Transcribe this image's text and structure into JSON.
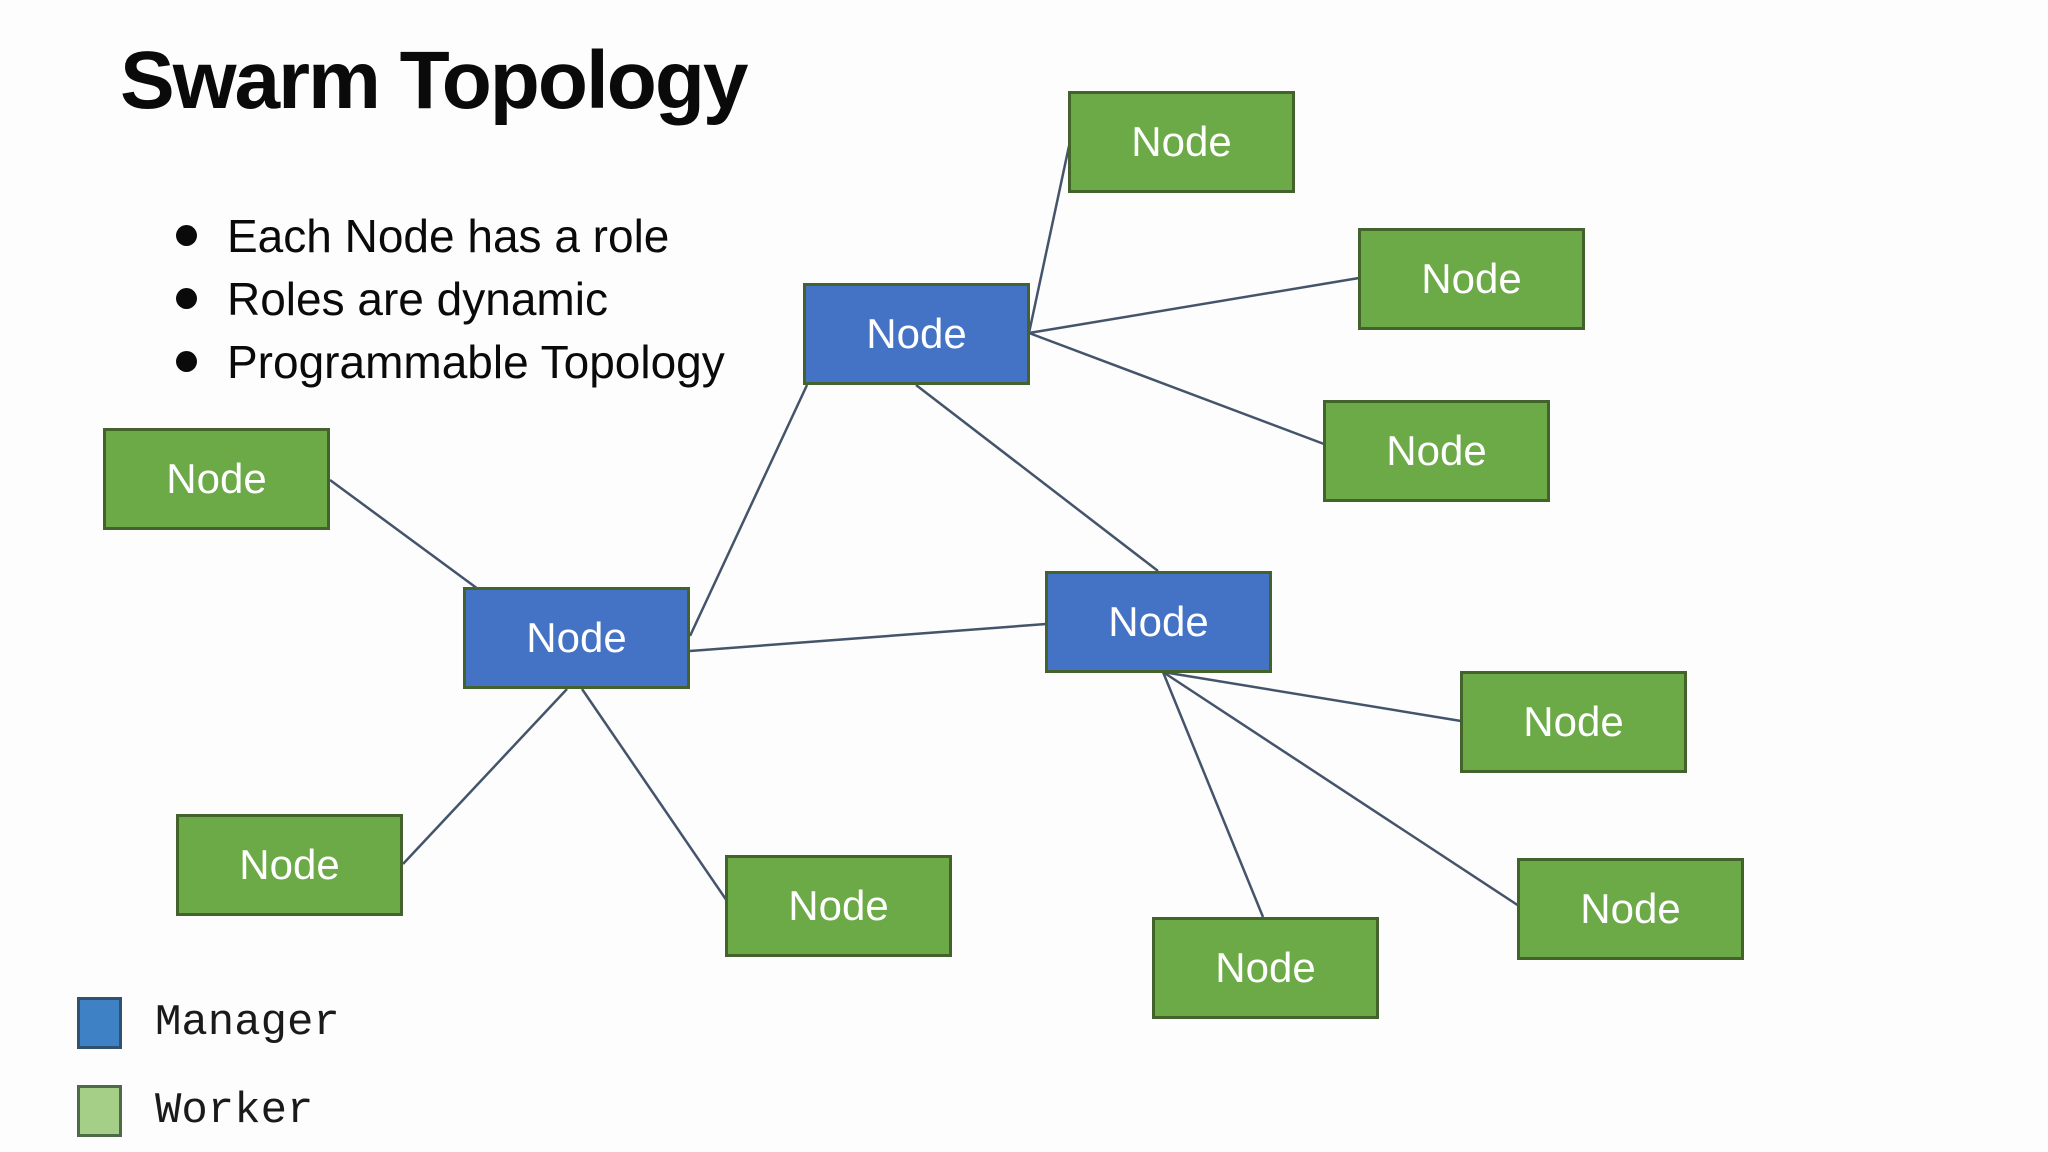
{
  "title": "Swarm Topology",
  "bullets": [
    "Each Node has a role",
    "Roles are dynamic",
    "Programmable Topology"
  ],
  "nodes": [
    {
      "id": "g1",
      "label": "Node",
      "role": "Worker"
    },
    {
      "id": "g2",
      "label": "Node",
      "role": "Worker"
    },
    {
      "id": "m1",
      "label": "Node",
      "role": "Manager"
    },
    {
      "id": "g3",
      "label": "Node",
      "role": "Worker"
    },
    {
      "id": "g4",
      "label": "Node",
      "role": "Worker"
    },
    {
      "id": "m2",
      "label": "Node",
      "role": "Manager"
    },
    {
      "id": "m3",
      "label": "Node",
      "role": "Manager"
    },
    {
      "id": "g5",
      "label": "Node",
      "role": "Worker"
    },
    {
      "id": "g6",
      "label": "Node",
      "role": "Worker"
    },
    {
      "id": "g7",
      "label": "Node",
      "role": "Worker"
    },
    {
      "id": "g8",
      "label": "Node",
      "role": "Worker"
    },
    {
      "id": "g9",
      "label": "Node",
      "role": "Worker"
    }
  ],
  "edges": [
    {
      "from": "m1",
      "to": "g1"
    },
    {
      "from": "m1",
      "to": "g2"
    },
    {
      "from": "m1",
      "to": "g3"
    },
    {
      "from": "m1",
      "to": "m2"
    },
    {
      "from": "m1",
      "to": "m3"
    },
    {
      "from": "m2",
      "to": "m3"
    },
    {
      "from": "g4",
      "to": "m2"
    },
    {
      "from": "m2",
      "to": "g6"
    },
    {
      "from": "m2",
      "to": "g7"
    },
    {
      "from": "m3",
      "to": "g5"
    },
    {
      "from": "m3",
      "to": "g8"
    },
    {
      "from": "m3",
      "to": "g9"
    }
  ],
  "legend": {
    "items": [
      {
        "label": "Manager",
        "color": "#3E82C5"
      },
      {
        "label": "Worker",
        "color": "#A5CE87"
      }
    ]
  },
  "colors": {
    "manager_fill": "#4472C4",
    "worker_fill": "#6BAA47",
    "node_border": "#44622B",
    "connector": "#44546A",
    "node_text": "#FFFFFF",
    "body_text": "#0A0A0A",
    "background": "#FDFDFD"
  }
}
